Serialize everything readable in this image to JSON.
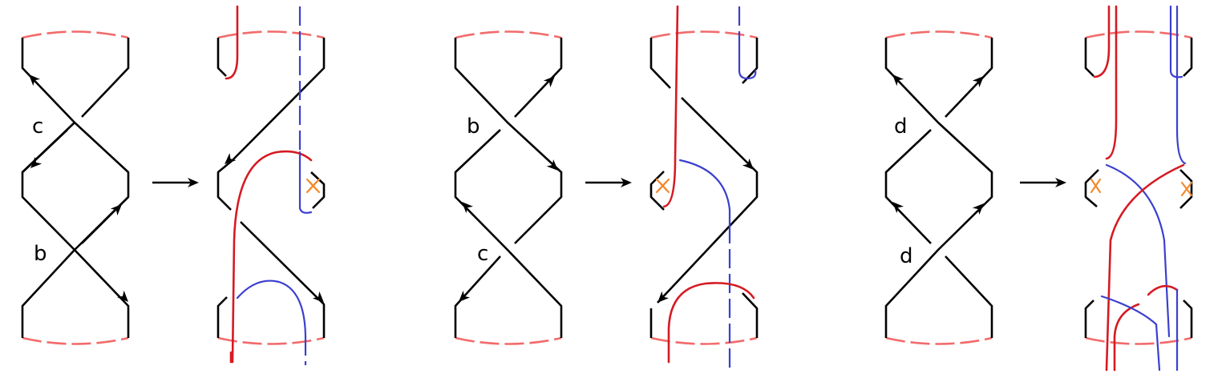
{
  "labels": {
    "p1_top": "c",
    "p1_bottom": "b",
    "p2_top": "b",
    "p2_bottom": "c",
    "p3_top": "d",
    "p3_bottom": "d"
  }
}
